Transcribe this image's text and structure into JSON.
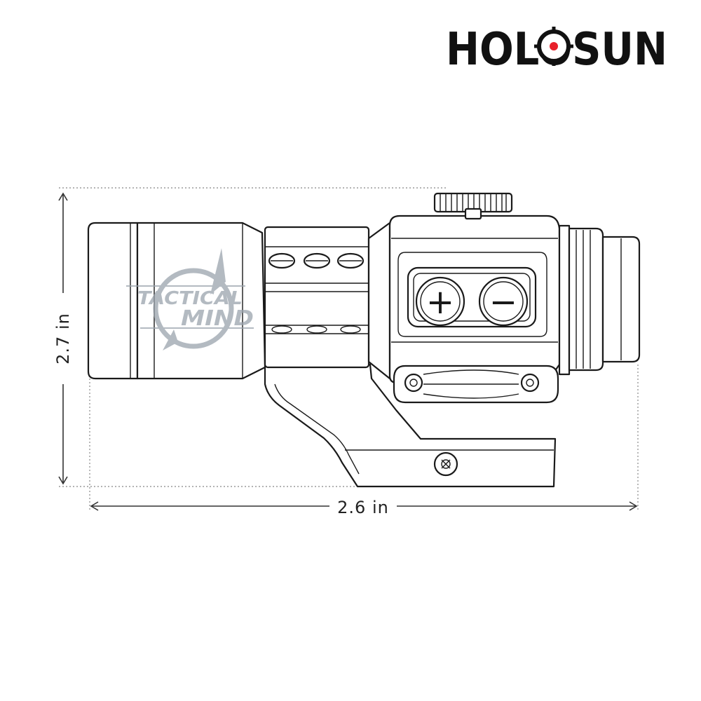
{
  "brand": {
    "logo_text": "HOLOSUN",
    "logo_dot_color": "#e8202a"
  },
  "watermark": {
    "line1": "TACTICAL",
    "line2": "MIND"
  },
  "dimensions": {
    "height_label": "2.7 in",
    "width_label": "2.6 in"
  },
  "controls": {
    "plus_symbol": "+",
    "minus_symbol": "−"
  },
  "colors": {
    "line": "#1a1a1a",
    "watermark": "#9aa3ad",
    "accent": "#e8202a"
  }
}
